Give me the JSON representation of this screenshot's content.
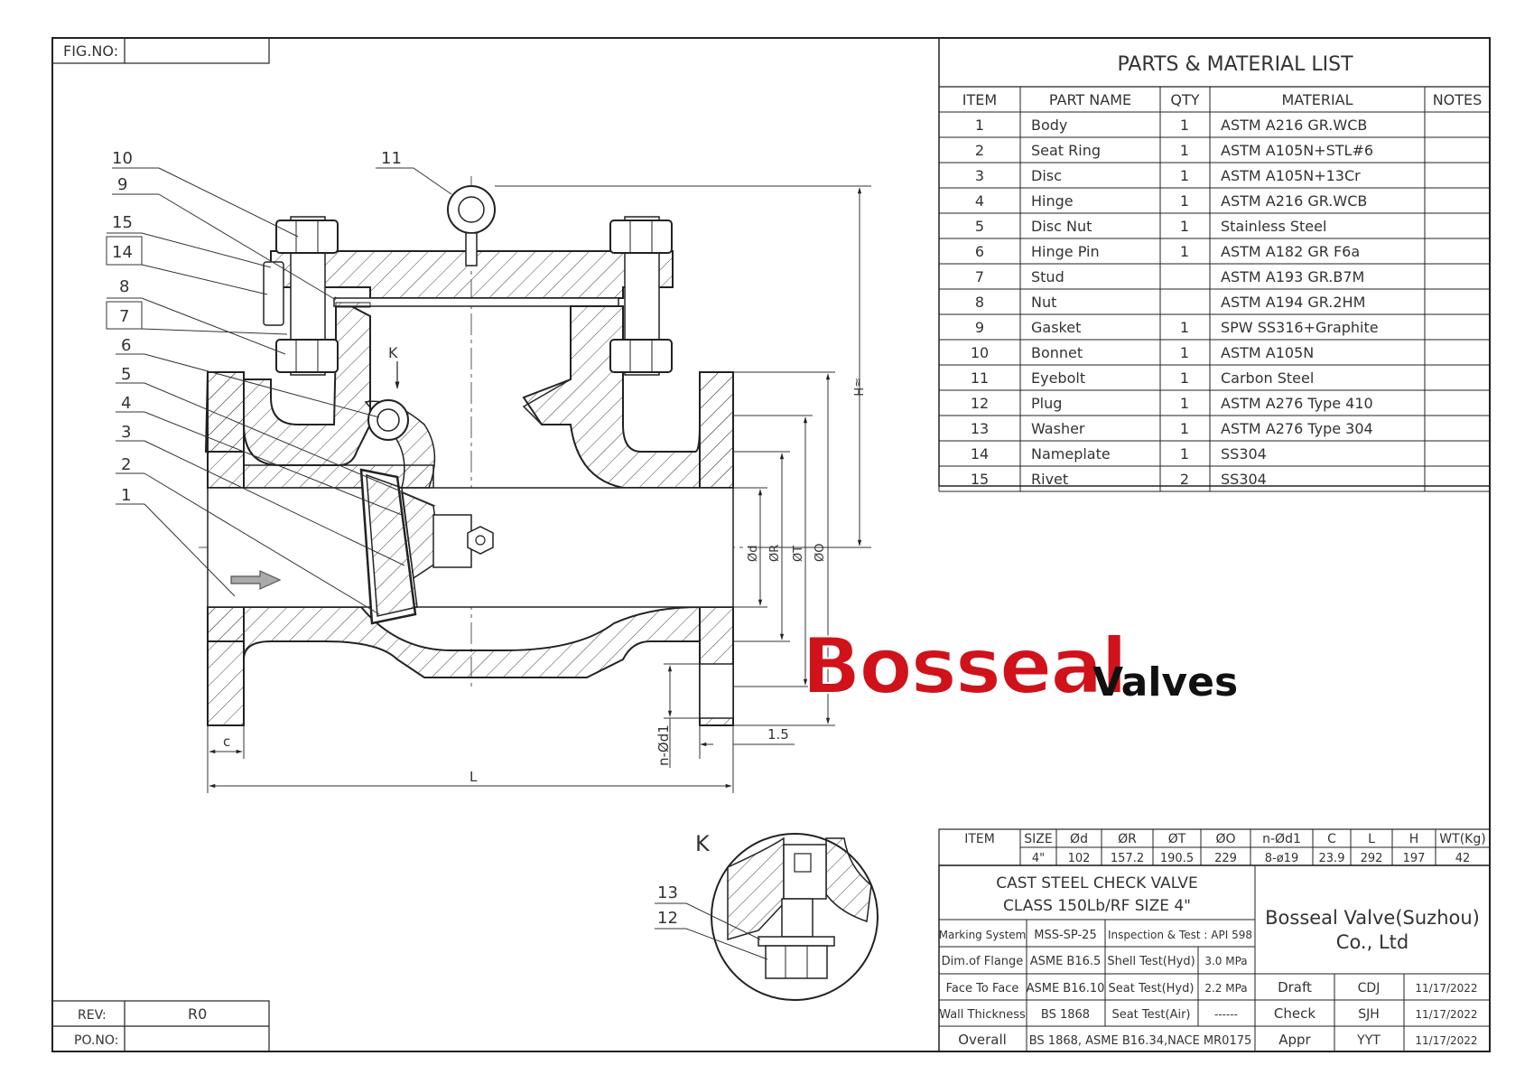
{
  "header": {
    "fig_no_label": "FIG.NO:",
    "fig_no_value": ""
  },
  "footer_left": {
    "rev_label": "REV:",
    "rev_value": "R0",
    "po_label": "PO.NO:",
    "po_value": ""
  },
  "parts_list": {
    "title": "PARTS & MATERIAL LIST",
    "headers": [
      "ITEM",
      "PART NAME",
      "QTY",
      "MATERIAL",
      "NOTES"
    ],
    "rows": [
      {
        "item": "1",
        "name": "Body",
        "qty": "1",
        "material": "ASTM A216 GR.WCB",
        "notes": ""
      },
      {
        "item": "2",
        "name": "Seat Ring",
        "qty": "1",
        "material": "ASTM A105N+STL#6",
        "notes": ""
      },
      {
        "item": "3",
        "name": "Disc",
        "qty": "1",
        "material": "ASTM A105N+13Cr",
        "notes": ""
      },
      {
        "item": "4",
        "name": "Hinge",
        "qty": "1",
        "material": "ASTM A216 GR.WCB",
        "notes": ""
      },
      {
        "item": "5",
        "name": "Disc Nut",
        "qty": "1",
        "material": "Stainless Steel",
        "notes": ""
      },
      {
        "item": "6",
        "name": "Hinge Pin",
        "qty": "1",
        "material": "ASTM A182 GR F6a",
        "notes": ""
      },
      {
        "item": "7",
        "name": "Stud",
        "qty": "",
        "material": "ASTM A193 GR.B7M",
        "notes": ""
      },
      {
        "item": "8",
        "name": "Nut",
        "qty": "",
        "material": "ASTM A194 GR.2HM",
        "notes": ""
      },
      {
        "item": "9",
        "name": "Gasket",
        "qty": "1",
        "material": "SPW SS316+Graphite",
        "notes": ""
      },
      {
        "item": "10",
        "name": "Bonnet",
        "qty": "1",
        "material": "ASTM A105N",
        "notes": ""
      },
      {
        "item": "11",
        "name": "Eyebolt",
        "qty": "1",
        "material": "Carbon Steel",
        "notes": ""
      },
      {
        "item": "12",
        "name": "Plug",
        "qty": "1",
        "material": "ASTM A276 Type 410",
        "notes": ""
      },
      {
        "item": "13",
        "name": "Washer",
        "qty": "1",
        "material": "ASTM A276 Type 304",
        "notes": ""
      },
      {
        "item": "14",
        "name": "Nameplate",
        "qty": "1",
        "material": "SS304",
        "notes": ""
      },
      {
        "item": "15",
        "name": "Rivet",
        "qty": "2",
        "material": "SS304",
        "notes": ""
      }
    ]
  },
  "dimensions_table": {
    "headers": [
      "ITEM",
      "SIZE",
      "Ød",
      "ØR",
      "ØT",
      "ØO",
      "n-Ød1",
      "C",
      "L",
      "H",
      "WT(Kg)"
    ],
    "values": [
      "",
      "4\"",
      "102",
      "157.2",
      "190.5",
      "229",
      "8-ø19",
      "23.9",
      "292",
      "197",
      "42"
    ]
  },
  "title_block": {
    "product_line1": "CAST STEEL CHECK VALVE",
    "product_line2": "CLASS 150Lb/RF  SIZE 4\"",
    "company_line1": "Bosseal Valve(Suzhou)",
    "company_line2": "Co., Ltd",
    "marking_system_label": "Marking System",
    "marking_system_value": "MSS-SP-25",
    "inspection_label": "Inspection & Test : API 598",
    "dim_flange_label": "Dim.of Flange",
    "dim_flange_value": "ASME B16.5",
    "shell_test_label": "Shell Test(Hyd)",
    "shell_test_value": "3.0 MPa",
    "face_to_face_label": "Face To Face",
    "face_to_face_value": "ASME B16.10",
    "seat_test_hyd_label": "Seat Test(Hyd)",
    "seat_test_hyd_value": "2.2 MPa",
    "wall_thickness_label": "Wall Thickness",
    "wall_thickness_value": "BS 1868",
    "seat_test_air_label": "Seat Test(Air)",
    "seat_test_air_value": "------",
    "overall_label": "Overall",
    "overall_value": "BS 1868, ASME B16.34,NACE MR0175",
    "draft_label": "Draft",
    "draft_by": "CDJ",
    "draft_date": "11/17/2022",
    "check_label": "Check",
    "check_by": "SJH",
    "check_date": "11/17/2022",
    "appr_label": "Appr",
    "appr_by": "YYT",
    "appr_date": "11/17/2022"
  },
  "drawing": {
    "callouts": [
      "10",
      "9",
      "15",
      "14",
      "8",
      "7",
      "6",
      "5",
      "4",
      "3",
      "2",
      "1",
      "11"
    ],
    "detail_callouts": [
      "13",
      "12"
    ],
    "detail_label": "K",
    "view_marker": "K",
    "dim_labels": {
      "c": "c",
      "L": "L",
      "n_d1": "n-Ød1",
      "gap": "1.5",
      "d": "Ød",
      "R": "ØR",
      "T": "ØT",
      "O": "ØO",
      "H": "≈H"
    }
  },
  "logo": {
    "brand": "Bosseal",
    "suffix": "Valves",
    "brand_color": "#d0121b",
    "suffix_color": "#111111"
  }
}
